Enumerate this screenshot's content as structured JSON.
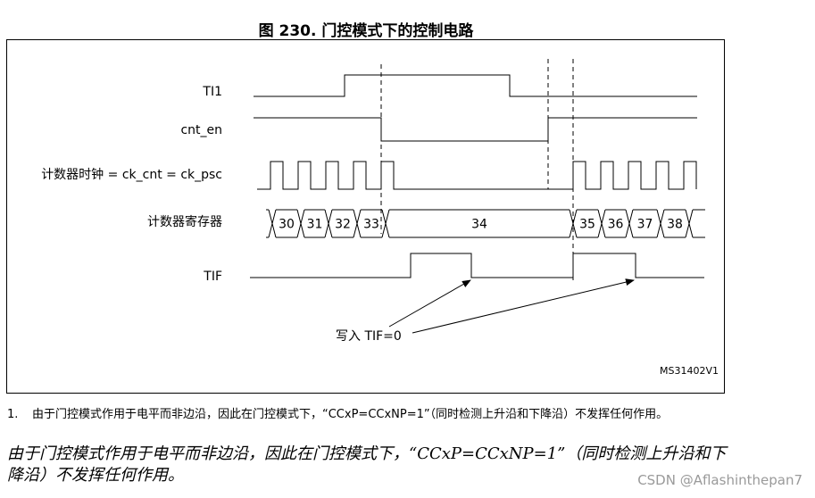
{
  "figure": {
    "title": "图 230. 门控模式下的控制电路",
    "code": "MS31402V1"
  },
  "signals": {
    "ti1": "TI1",
    "cnt_en": "cnt_en",
    "clock": "计数器时钟 = ck_cnt = ck_psc",
    "counter": "计数器寄存器",
    "tif": "TIF"
  },
  "counter_values": [
    "30",
    "31",
    "32",
    "33",
    "34",
    "35",
    "36",
    "37",
    "38"
  ],
  "annotation": {
    "write_tif": "写入 TIF=0"
  },
  "footnote": {
    "number": "1.",
    "text": "由于门控模式作用于电平而非边沿，因此在门控模式下，“CCxP=CCxNP=1”（同时检测上升沿和下降沿）不发挥任何作用。"
  },
  "caption": "由于门控模式作用于电平而非边沿，因此在门控模式下，“CCxP=CCxNP=1”（同时检测上升沿和下降沿）不发挥任何作用。",
  "watermark": "CSDN @Aflashinthepan7"
}
